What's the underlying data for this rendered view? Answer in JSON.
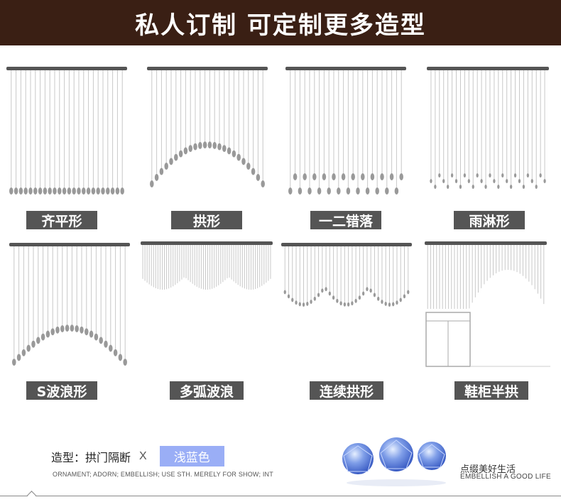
{
  "header": {
    "title": "私人订制 可定制更多造型"
  },
  "styles": [
    {
      "name": "齐平形"
    },
    {
      "name": "拱形"
    },
    {
      "name": "一二错落"
    },
    {
      "name": "雨淋形"
    },
    {
      "name": "S波浪形"
    },
    {
      "name": "多弧波浪"
    },
    {
      "name": "连续拱形"
    },
    {
      "name": "鞋柜半拱"
    }
  ],
  "info": {
    "shape_text": "造型：拱门隔断",
    "x": "X",
    "color_label": "浅蓝色",
    "description_en": "ORNAMENT; ADORN; EMBELLISH; USE STH. MERELY FOR SHOW; INT"
  },
  "tagline": {
    "cn": "点缀美好生活",
    "en": "EMBELLISH A GOOD LIFE"
  },
  "colors": {
    "header_bg": "#3a1f14",
    "label_bg": "#555555",
    "badge_bg": "#9aaef6",
    "bead": "#6f8fe0"
  }
}
